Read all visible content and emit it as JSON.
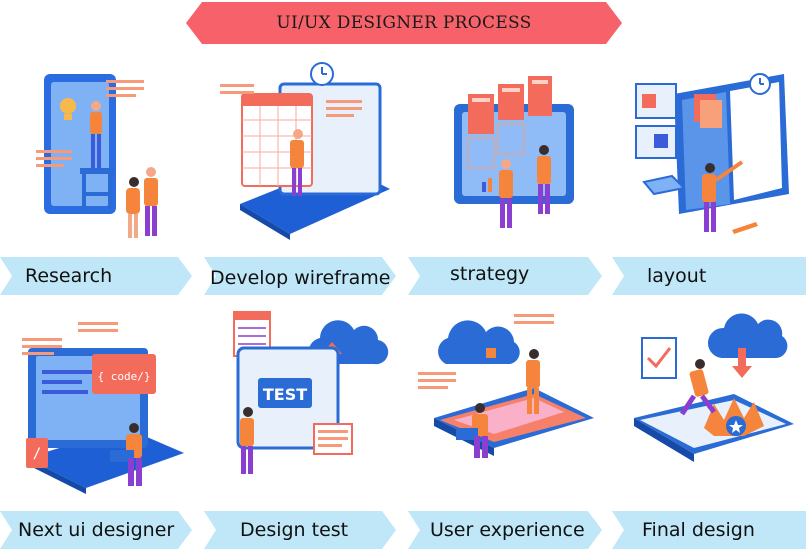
{
  "banner": {
    "title": "UI/UX DESIGNER PROCESS",
    "color": "#f7626a"
  },
  "ribbon_color": "#bfe7f8",
  "steps": [
    {
      "label": "Research",
      "icon": "research-illustration"
    },
    {
      "label": "Develop wireframe",
      "icon": "wireframe-illustration"
    },
    {
      "label": "strategy",
      "icon": "strategy-illustration"
    },
    {
      "label": "layout",
      "icon": "layout-illustration"
    },
    {
      "label": "Next ui designer",
      "icon": "code-illustration"
    },
    {
      "label": "Design test",
      "icon": "test-illustration"
    },
    {
      "label": "User experience",
      "icon": "user-experience-illustration"
    },
    {
      "label": "Final design",
      "icon": "final-design-illustration"
    }
  ],
  "tokens": {
    "code": "{ code/}",
    "test": "TEST"
  }
}
